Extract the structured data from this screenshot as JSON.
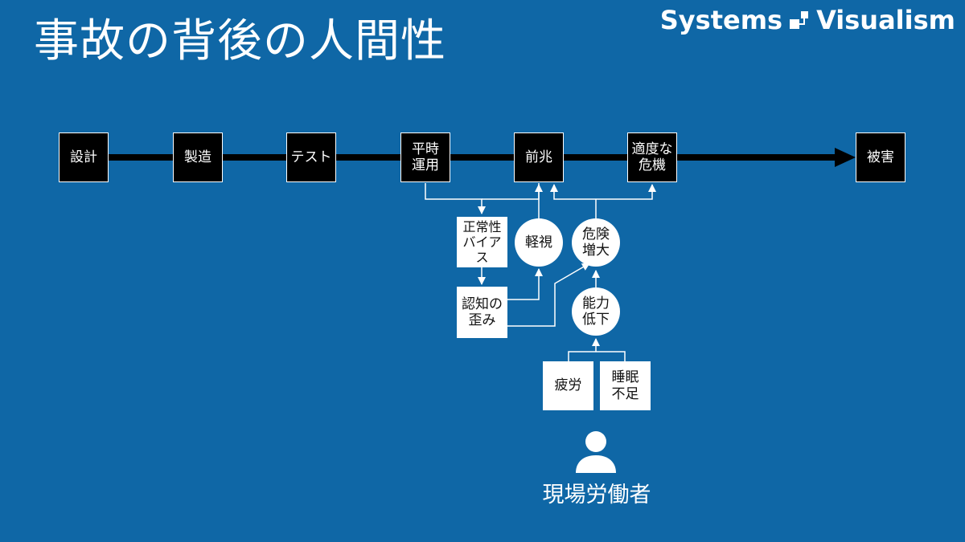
{
  "title": "事故の背後の人間性",
  "brand": {
    "left": "Systems",
    "right": "Visualism",
    "logo_icon": "linked-squares-logo"
  },
  "timeline": {
    "design": "設計",
    "manufacturing": "製造",
    "test": "テスト",
    "normal_operation": "平時\n運用",
    "precursor": "前兆",
    "moderate_crisis": "適度な\n危機",
    "damage": "被害"
  },
  "factors": {
    "normalcy_bias": "正常性\nバイアス",
    "cognitive_distortion": "認知の\n歪み",
    "neglect": "軽視",
    "increased_danger": "危険\n増大",
    "reduced_capability": "能力\n低下",
    "fatigue": "疲労",
    "sleep_deprivation": "睡眠\n不足"
  },
  "worker": {
    "label": "現場労働者",
    "icon": "person-icon"
  },
  "colors": {
    "background": "#0f67a6",
    "node_dark": "#000000",
    "node_light": "#ffffff",
    "line": "#ffffff"
  }
}
